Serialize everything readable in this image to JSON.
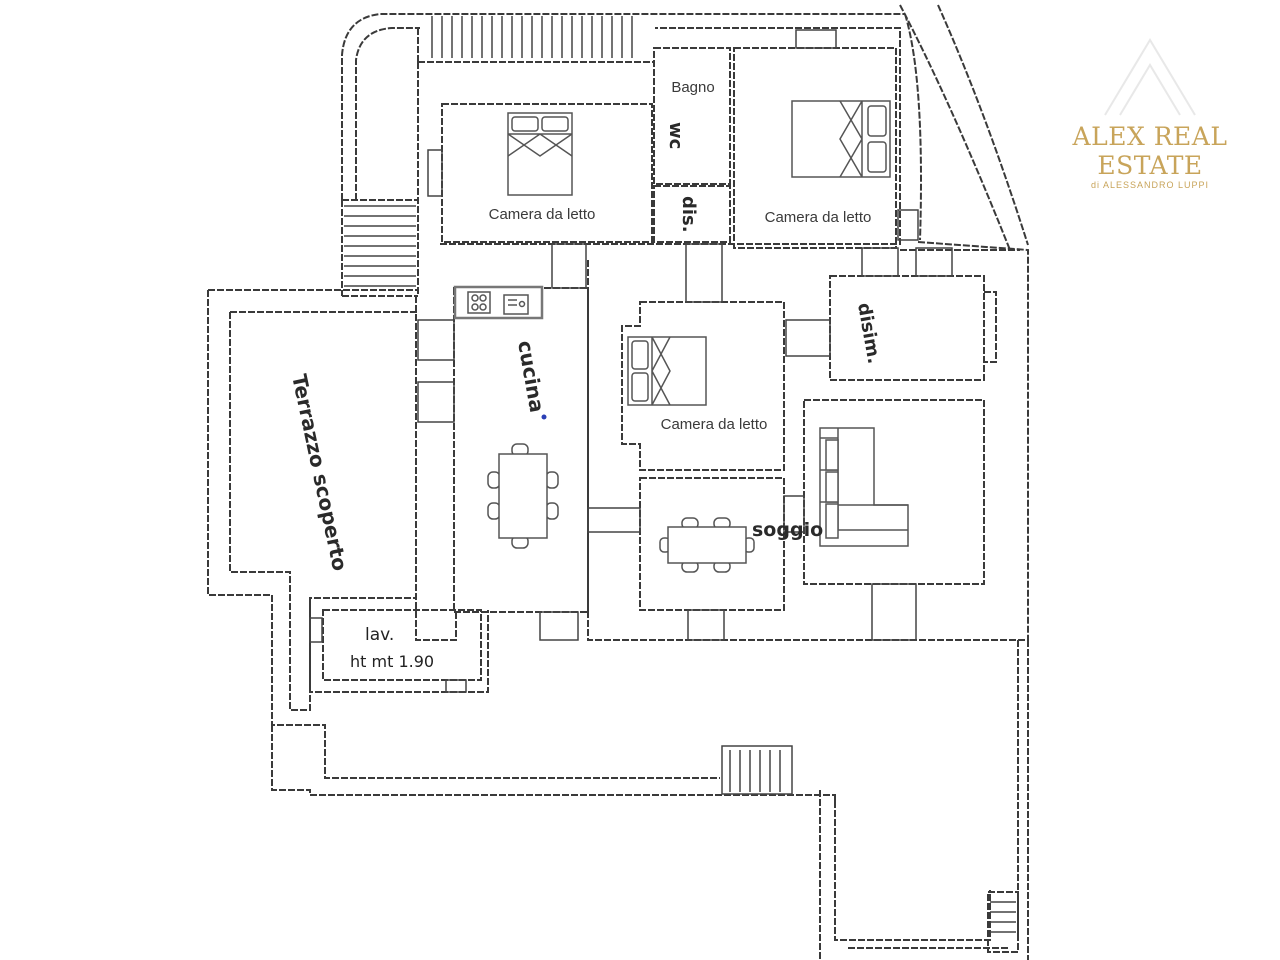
{
  "rooms": {
    "bedroom_1": "Camera da letto",
    "bedroom_2": "Camera da letto",
    "bedroom_3": "Camera da letto",
    "bathroom": "Bagno",
    "wc": "wc",
    "dis": "dis.",
    "disim": "disim.",
    "kitchen": "cucina",
    "living": "soggio",
    "terrace": "Terrazzo scoperto",
    "laundry": "lav.",
    "laundry_height": "ht mt 1.90"
  },
  "logo": {
    "name": "ALEX REAL ESTATE",
    "subtitle": "di ALESSANDRO LUPPI",
    "color": "#c8a45a"
  },
  "colors": {
    "wall": "#3a3a3a",
    "furniture": "#555555",
    "appliance_frame": "#777777",
    "dot": "#2b3fb5"
  }
}
